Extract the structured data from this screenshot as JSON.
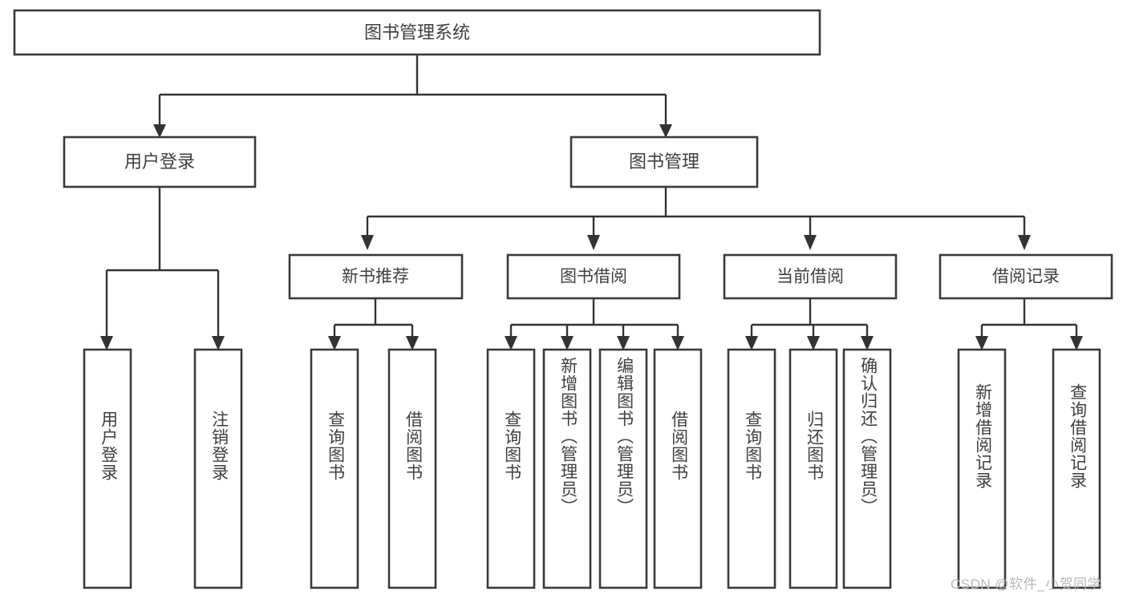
{
  "diagram": {
    "title_node": {
      "label": "图书管理系统"
    },
    "level1": [
      {
        "id": "user-login",
        "label": "用户登录"
      },
      {
        "id": "book-management",
        "label": "图书管理"
      }
    ],
    "level2": [
      {
        "id": "new-book-recommend",
        "label": "新书推荐"
      },
      {
        "id": "book-borrow",
        "label": "图书借阅"
      },
      {
        "id": "current-borrow",
        "label": "当前借阅"
      },
      {
        "id": "borrow-record",
        "label": "借阅记录"
      }
    ],
    "leaves": [
      {
        "id": "leaf-user-login",
        "label": "用户登录",
        "parent": "user-login"
      },
      {
        "id": "leaf-user-logout",
        "label": "注销登录",
        "parent": "user-login"
      },
      {
        "id": "leaf-query-book-1",
        "label": "查询图书",
        "parent": "new-book-recommend"
      },
      {
        "id": "leaf-borrow-book-1",
        "label": "借阅图书",
        "parent": "new-book-recommend"
      },
      {
        "id": "leaf-query-book-2",
        "label": "查询图书",
        "parent": "book-borrow"
      },
      {
        "id": "leaf-add-book",
        "label": "新增图书（管理员）",
        "parent": "book-borrow"
      },
      {
        "id": "leaf-edit-book",
        "label": "编辑图书（管理员）",
        "parent": "book-borrow"
      },
      {
        "id": "leaf-borrow-book-2",
        "label": "借阅图书",
        "parent": "book-borrow"
      },
      {
        "id": "leaf-query-book-3",
        "label": "查询图书",
        "parent": "current-borrow"
      },
      {
        "id": "leaf-return-book",
        "label": "归还图书",
        "parent": "current-borrow"
      },
      {
        "id": "leaf-confirm-return",
        "label": "确认归还（管理员）",
        "parent": "current-borrow"
      },
      {
        "id": "leaf-add-record",
        "label": "新增借阅记录",
        "parent": "borrow-record"
      },
      {
        "id": "leaf-query-record",
        "label": "查询借阅记录",
        "parent": "borrow-record"
      }
    ],
    "watermark": "CSDN @软件_小贺同学",
    "colors": {
      "background": "#ffffff",
      "box_stroke": "#3a3a3a",
      "edge_stroke": "#333333",
      "text": "#3f3f3f",
      "watermark": "#b9b9b9"
    }
  }
}
